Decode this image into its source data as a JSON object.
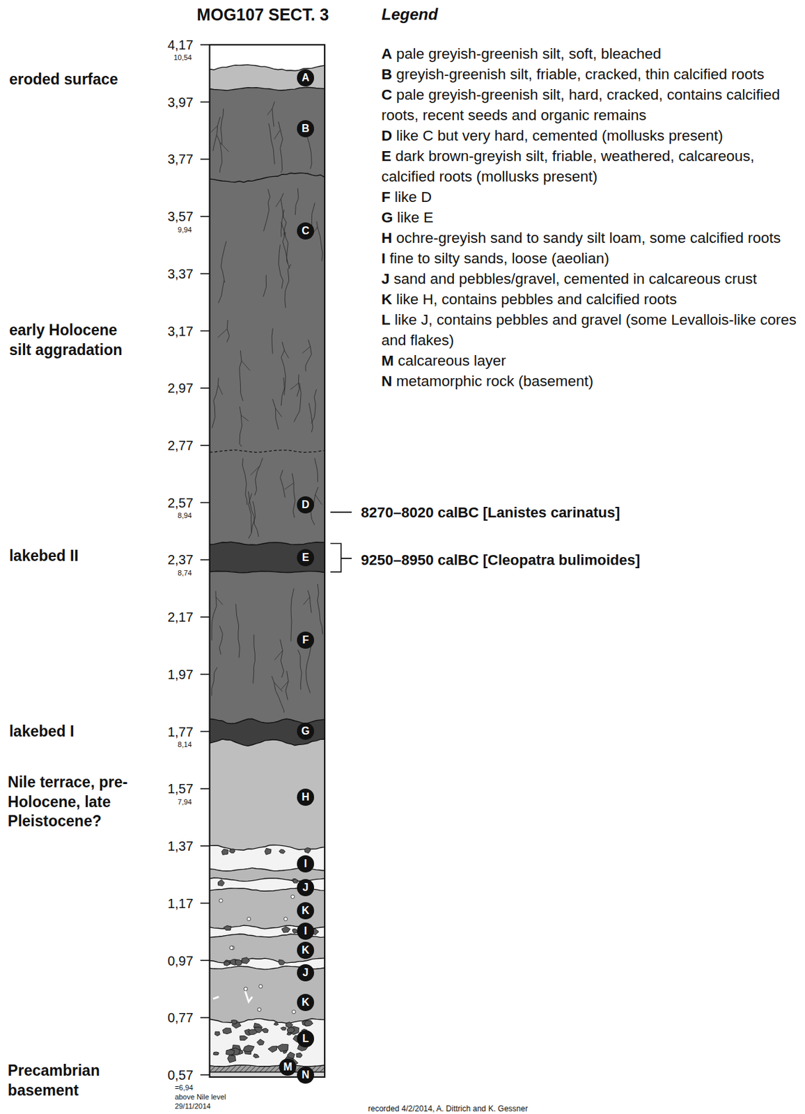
{
  "diagram": {
    "title": "MOG107 SECT. 3",
    "nodes": [
      {
        "text": [
          "A"
        ]
      },
      {
        "text": [
          "B"
        ]
      },
      {
        "text": [
          "C"
        ]
      },
      {
        "text": [
          "D"
        ]
      },
      {
        "text": [
          "E"
        ]
      },
      {
        "text": [
          "F"
        ]
      },
      {
        "text": [
          "G"
        ]
      },
      {
        "text": [
          "H"
        ]
      },
      {
        "text": [
          "I"
        ]
      },
      {
        "text": [
          "J"
        ]
      },
      {
        "text": [
          "K"
        ]
      },
      {
        "text": [
          "I"
        ]
      },
      {
        "text": [
          "K"
        ]
      },
      {
        "text": [
          "J"
        ]
      },
      {
        "text": [
          "K"
        ]
      },
      {
        "text": [
          "L"
        ]
      },
      {
        "text": [
          "M"
        ]
      },
      {
        "text": [
          "N"
        ]
      }
    ],
    "labels": [
      "Legend",
      "eroded surface",
      "early Holocene silt aggradation",
      "lakebed II",
      "lakebed I",
      "Nile terrace, pre-Holocene, late Pleistocene?",
      "Precambrian basement",
      "4,17",
      "10,54",
      "3,97",
      "3,77",
      "3,57",
      "9,94",
      "3,37",
      "3,17",
      "2,97",
      "2,77",
      "2,57",
      "8,94",
      "2,37",
      "8,74",
      "2,17",
      "1,97",
      "1,77",
      "8,14",
      "1,57",
      "7,94",
      "1,37",
      "1,17",
      "0,97",
      "0,77",
      "0,57",
      "=6,94",
      "above Nile level",
      "29/11/2014",
      "8270–8020 calBC [Lanistes carinatus]",
      "9250–8950 calBC [Cleopatra bulimoides]",
      "recorded 4/2/2014, A. Dittrich and K. Gessner"
    ],
    "legend": [
      {
        "text": "A pale greyish-greenish silt, soft, bleached"
      },
      {
        "text": "B greyish-greenish silt, friable, cracked, thin calcified roots"
      },
      {
        "text": "C pale greyish-greenish silt, hard, cracked, contains calcified roots, recent seeds and organic remains"
      },
      {
        "text": "D like C but very hard, cemented (mollusks present)"
      },
      {
        "text": "E dark brown-greyish silt, friable, weathered, calcareous, calcified roots (mollusks present)"
      },
      {
        "text": "F like D"
      },
      {
        "text": "G like E"
      },
      {
        "text": "H ochre-greyish sand to sandy silt loam, some calcified roots"
      },
      {
        "text": "I fine to silty sands, loose (aeolian)"
      },
      {
        "text": "J sand and pebbles/gravel, cemented in calcareous crust"
      },
      {
        "text": "K like H, contains pebbles and calcified roots"
      },
      {
        "text": "L like J, contains pebbles and gravel (some Levallois-like cores and flakes)"
      },
      {
        "text": "M calcareous layer"
      },
      {
        "text": "N metamorphic rock (basement)"
      }
    ]
  }
}
